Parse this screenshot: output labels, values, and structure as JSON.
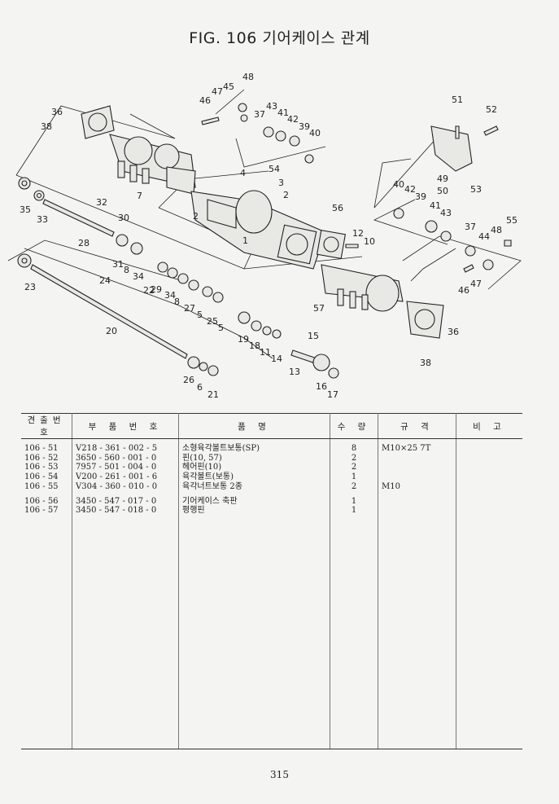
{
  "title": "FIG. 106 기어케이스 관계",
  "page_number": "315",
  "table": {
    "headers": [
      "견출번호",
      "부 품 번 호",
      "품 명",
      "수 량",
      "규 격",
      "비 고"
    ],
    "rows": [
      {
        "ref": "106 - 51",
        "part_no": "V218 - 361 - 002 - 5",
        "name": "소형육각볼트보통(SP)",
        "qty": "8",
        "spec": "M10×25 7T",
        "note": ""
      },
      {
        "ref": "106 - 52",
        "part_no": "3650 - 560 - 001 - 0",
        "name": "핀(10, 57)",
        "qty": "2",
        "spec": "",
        "note": ""
      },
      {
        "ref": "106 - 53",
        "part_no": "7957 - 501 - 004 - 0",
        "name": "헤어핀(10)",
        "qty": "2",
        "spec": "",
        "note": ""
      },
      {
        "ref": "106 - 54",
        "part_no": "V200 - 261 - 001 - 6",
        "name": "육각볼트(보통)",
        "qty": "1",
        "spec": "",
        "note": ""
      },
      {
        "ref": "106 - 55",
        "part_no": "V304 - 360 - 010 - 0",
        "name": "육각너트보통 2종",
        "qty": "2",
        "spec": "M10",
        "note": ""
      },
      {
        "ref": "106 - 56",
        "part_no": "3450 - 547 - 017 - 0",
        "name": "기어케이스 축판",
        "qty": "1",
        "spec": "",
        "note": ""
      },
      {
        "ref": "106 - 57",
        "part_no": "3450 - 547 - 018 - 0",
        "name": "평행핀",
        "qty": "1",
        "spec": "",
        "note": ""
      }
    ]
  },
  "diagram": {
    "callouts": [
      "1",
      "2",
      "2",
      "3",
      "4",
      "5",
      "5",
      "6",
      "7",
      "8",
      "8",
      "10",
      "11",
      "12",
      "13",
      "14",
      "15",
      "16",
      "17",
      "18",
      "19",
      "20",
      "21",
      "22",
      "23",
      "24",
      "25",
      "26",
      "27",
      "28",
      "29",
      "30",
      "31",
      "32",
      "33",
      "34",
      "34",
      "35",
      "36",
      "36",
      "37",
      "37",
      "38",
      "38",
      "39",
      "39",
      "40",
      "40",
      "41",
      "41",
      "42",
      "42",
      "43",
      "43",
      "44",
      "45",
      "46",
      "46",
      "47",
      "47",
      "48",
      "48",
      "49",
      "50",
      "51",
      "52",
      "53",
      "54",
      "55",
      "56",
      "57"
    ]
  }
}
